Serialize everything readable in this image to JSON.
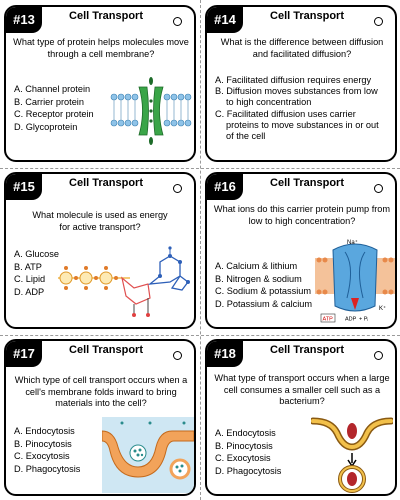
{
  "cards": [
    {
      "number": "#13",
      "title": "Cell Transport",
      "question": "What type of protein helps molecules move through a cell membrane?",
      "options": [
        "A. Channel protein",
        "B. Carrier protein",
        "C. Receptor protein",
        "D. Glycoprotein"
      ]
    },
    {
      "number": "#14",
      "title": "Cell Transport",
      "question": "What is the difference between diffusion and facilitated diffusion?",
      "options": [
        "A. Facilitated diffusion requires energy",
        "B. Diffusion moves substances from low to high concentration",
        "C. Facilitated diffusion uses carrier proteins to move substances in or out of the cell"
      ]
    },
    {
      "number": "#15",
      "title": "Cell Transport",
      "question": "What molecule is used as energy for active transport?",
      "options": [
        "A. Glucose",
        "B. ATP",
        "C. Lipid",
        "D. ADP"
      ]
    },
    {
      "number": "#16",
      "title": "Cell Transport",
      "question": "What ions do this carrier protein pump from low to high concentration?",
      "options": [
        "A. Calcium & lithium",
        "B. Nitrogen & sodium",
        "C. Sodium & potassium",
        "D. Potassium & calcium"
      ],
      "diagram_labels": {
        "na_top": "Na⁺",
        "k_right": "K⁺",
        "atp": "ATP",
        "adp": "ADP",
        "pi": "+ Pᵢ"
      }
    },
    {
      "number": "#17",
      "title": "Cell Transport",
      "question": "Which type of cell transport occurs when a cell's membrane folds inward to bring materials into the cell?",
      "options": [
        "A. Endocytosis",
        "B. Pinocytosis",
        "C. Exocytosis",
        "D. Phagocytosis"
      ]
    },
    {
      "number": "#18",
      "title": "Cell Transport",
      "question": "What type of transport occurs when a large cell consumes a smaller cell such as a bacterium?",
      "options": [
        "A. Endocytosis",
        "B. Pinocytosis",
        "C. Exocytosis",
        "D. Phagocytosis"
      ]
    }
  ]
}
